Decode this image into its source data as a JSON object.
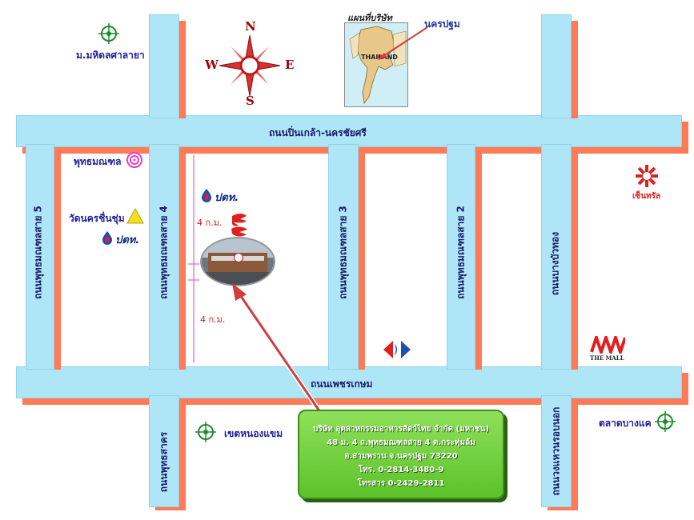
{
  "roads": {
    "top": "ถนนปิ่นเกล้า-นครชัยศรี",
    "bottom": "ถนนเพชรเกษม",
    "v_sai5": "ถนนพุทธมณฑลสาย 5",
    "v_sai4": "ถนนพุทธมณฑลสาย 4",
    "v_sai3": "ถนนพุทธมณฑลสาย 3",
    "v_sai2": "ถนนพุทธมณฑลสาย 2",
    "v_bangbuathong": "ถนนบางบัวทอง",
    "v_phutthasakhon": "ถนนพุทธสาคร",
    "v_kanchanaphisek": "ถนนวงแหวนรอบนอก"
  },
  "places": {
    "mahidol": "ม.มหิดลศาลายา",
    "phutthamonthon": "พุทธมณฑล",
    "wat": "วัดนครชื่นชุ่ม",
    "nongkhaem": "เขตหนองแขม",
    "bangkhae": "ตลาดบางแค",
    "inset_title": "แผนที่บริษัท",
    "inset_callout": "นครปฐม",
    "inset_thailand": "THAILAND",
    "ptt_1": "ปตท.",
    "ptt_2": "ปตท.",
    "central": "เซ็นทรัล",
    "mall": "THE MALL"
  },
  "compass": {
    "n": "N",
    "s": "S",
    "e": "E",
    "w": "W"
  },
  "distances": {
    "upper": "4 ก.ม.",
    "lower": "4 ก.ม."
  },
  "company": {
    "name": "บริษัท อุตสาหกรรมอาหารสัตว์ไทย จำกัด (มหาชน)",
    "address1": "48 ม. 4 ถ.พุทธมณฑลสาย 4 ต.กระทุ่มล้ม",
    "address2": "อ.สามพราน จ.นครปฐม 73220",
    "phone": "โทร. 0-2814-3480-9",
    "fax": "โทรสาร 0-2429-2811"
  },
  "colors": {
    "road": "#aee6f7",
    "road_shadow": "#ff7a55",
    "pointer": "#d23c3c",
    "info_box": "#6fd23a"
  }
}
